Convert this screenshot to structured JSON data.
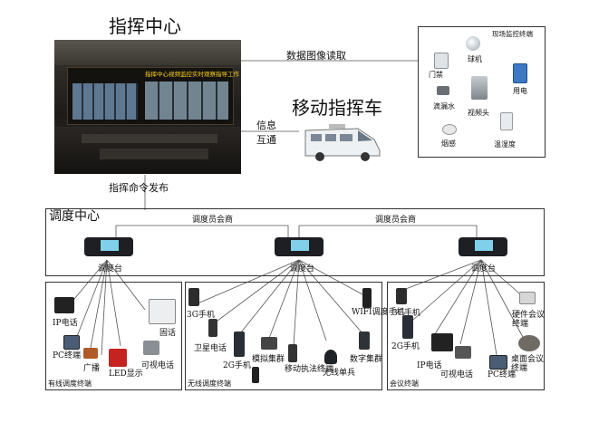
{
  "command_center": {
    "title": "指挥中心",
    "screen_banner": "指挥中心视频监控实时观察指导工作"
  },
  "mobile_vehicle": {
    "title": "移动指挥车"
  },
  "links": {
    "data_image_read": "数据图像读取",
    "info_exchange_1": "信息",
    "info_exchange_2": "互通",
    "command_dispatch": "指挥命令发布"
  },
  "site_monitoring": {
    "title": "现场监控终端",
    "items": [
      "球机",
      "门禁",
      "用电",
      "滴漏水",
      "视频头",
      "烟感",
      "温湿度"
    ]
  },
  "dispatch_center": {
    "title": "调度中心",
    "consult_1": "调度员会商",
    "consult_2": "调度员会商",
    "console_1": "调度台",
    "console_2": "调度台",
    "console_3": "调度台"
  },
  "wired_terminals": {
    "title": "有线调度终端",
    "items": [
      "IP电话",
      "PC终端",
      "广播",
      "LED显示",
      "可视电话",
      "固话"
    ]
  },
  "wireless_terminals": {
    "title": "无线调度终端",
    "items": [
      "3G手机",
      "卫星电话",
      "2G手机",
      "模拟集群",
      "移动执法终端",
      "无线单兵",
      "数字集群",
      "WIFI调度手机"
    ]
  },
  "meeting_terminals": {
    "title": "会议终端",
    "items": [
      "3G手机",
      "2G手机",
      "IP电话",
      "可视电话",
      "PC终端",
      "桌面会议终端",
      "硬件会议终端"
    ]
  }
}
